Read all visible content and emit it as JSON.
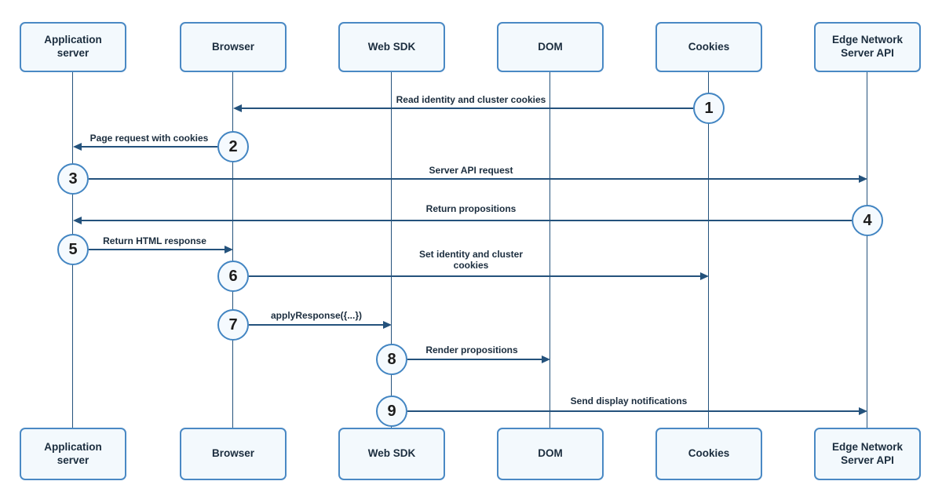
{
  "diagram_type": "sequence-diagram",
  "colors": {
    "box_border": "#4a89c4",
    "box_fill": "#f3f9fd",
    "arrow_line": "#24527c",
    "circle_border": "#4285c2",
    "circle_fill": "#f5fafe",
    "text": "#1b2d3e",
    "background": "#ffffff"
  },
  "actors": [
    {
      "id": "application-server",
      "label": "Application server"
    },
    {
      "id": "browser",
      "label": "Browser"
    },
    {
      "id": "web-sdk",
      "label": "Web SDK"
    },
    {
      "id": "dom",
      "label": "DOM"
    },
    {
      "id": "cookies",
      "label": "Cookies"
    },
    {
      "id": "edge-network-server-api",
      "label": "Edge Network Server API"
    }
  ],
  "steps": [
    {
      "number": "1",
      "label": "Read identity and cluster cookies",
      "from": "Cookies",
      "to": "Browser",
      "direction": "left"
    },
    {
      "number": "2",
      "label": "Page request with cookies",
      "from": "Browser",
      "to": "Application server",
      "direction": "left"
    },
    {
      "number": "3",
      "label": "Server API request",
      "from": "Application server",
      "to": "Edge Network Server API",
      "direction": "right"
    },
    {
      "number": "4",
      "label": "Return propositions",
      "from": "Edge Network Server API",
      "to": "Application server",
      "direction": "left"
    },
    {
      "number": "5",
      "label": "Return HTML response",
      "from": "Application server",
      "to": "Browser",
      "direction": "right"
    },
    {
      "number": "6",
      "label": "Set identity and cluster cookies",
      "from": "Browser",
      "to": "Cookies",
      "direction": "right"
    },
    {
      "number": "7",
      "label": "applyResponse({...})",
      "from": "Browser",
      "to": "Web SDK",
      "direction": "right"
    },
    {
      "number": "8",
      "label": "Render propositions",
      "from": "Web SDK",
      "to": "DOM",
      "direction": "right"
    },
    {
      "number": "9",
      "label": "Send display notifications",
      "from": "Web SDK",
      "to": "Edge Network Server API",
      "direction": "right"
    }
  ]
}
